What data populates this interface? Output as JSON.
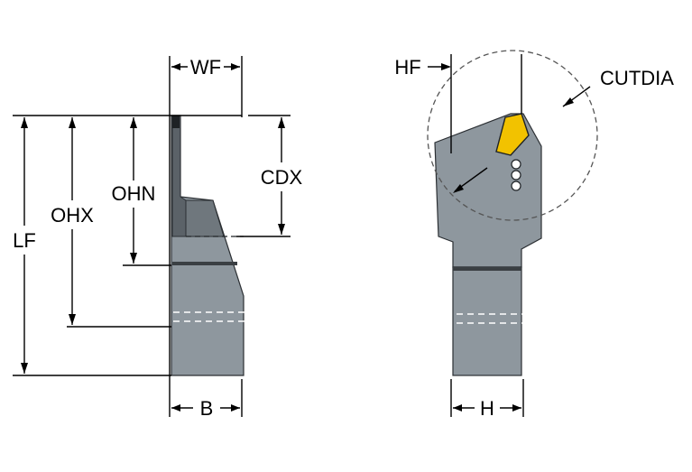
{
  "labels": {
    "wf": "WF",
    "cdx": "CDX",
    "lf": "LF",
    "ohx": "OHX",
    "ohn": "OHN",
    "b": "B",
    "hf": "HF",
    "cutdia": "CUTDIA",
    "h": "H"
  },
  "colors": {
    "tool_body": "#8e979e",
    "insert": "#f2c200",
    "outline": "#2b2f33"
  }
}
